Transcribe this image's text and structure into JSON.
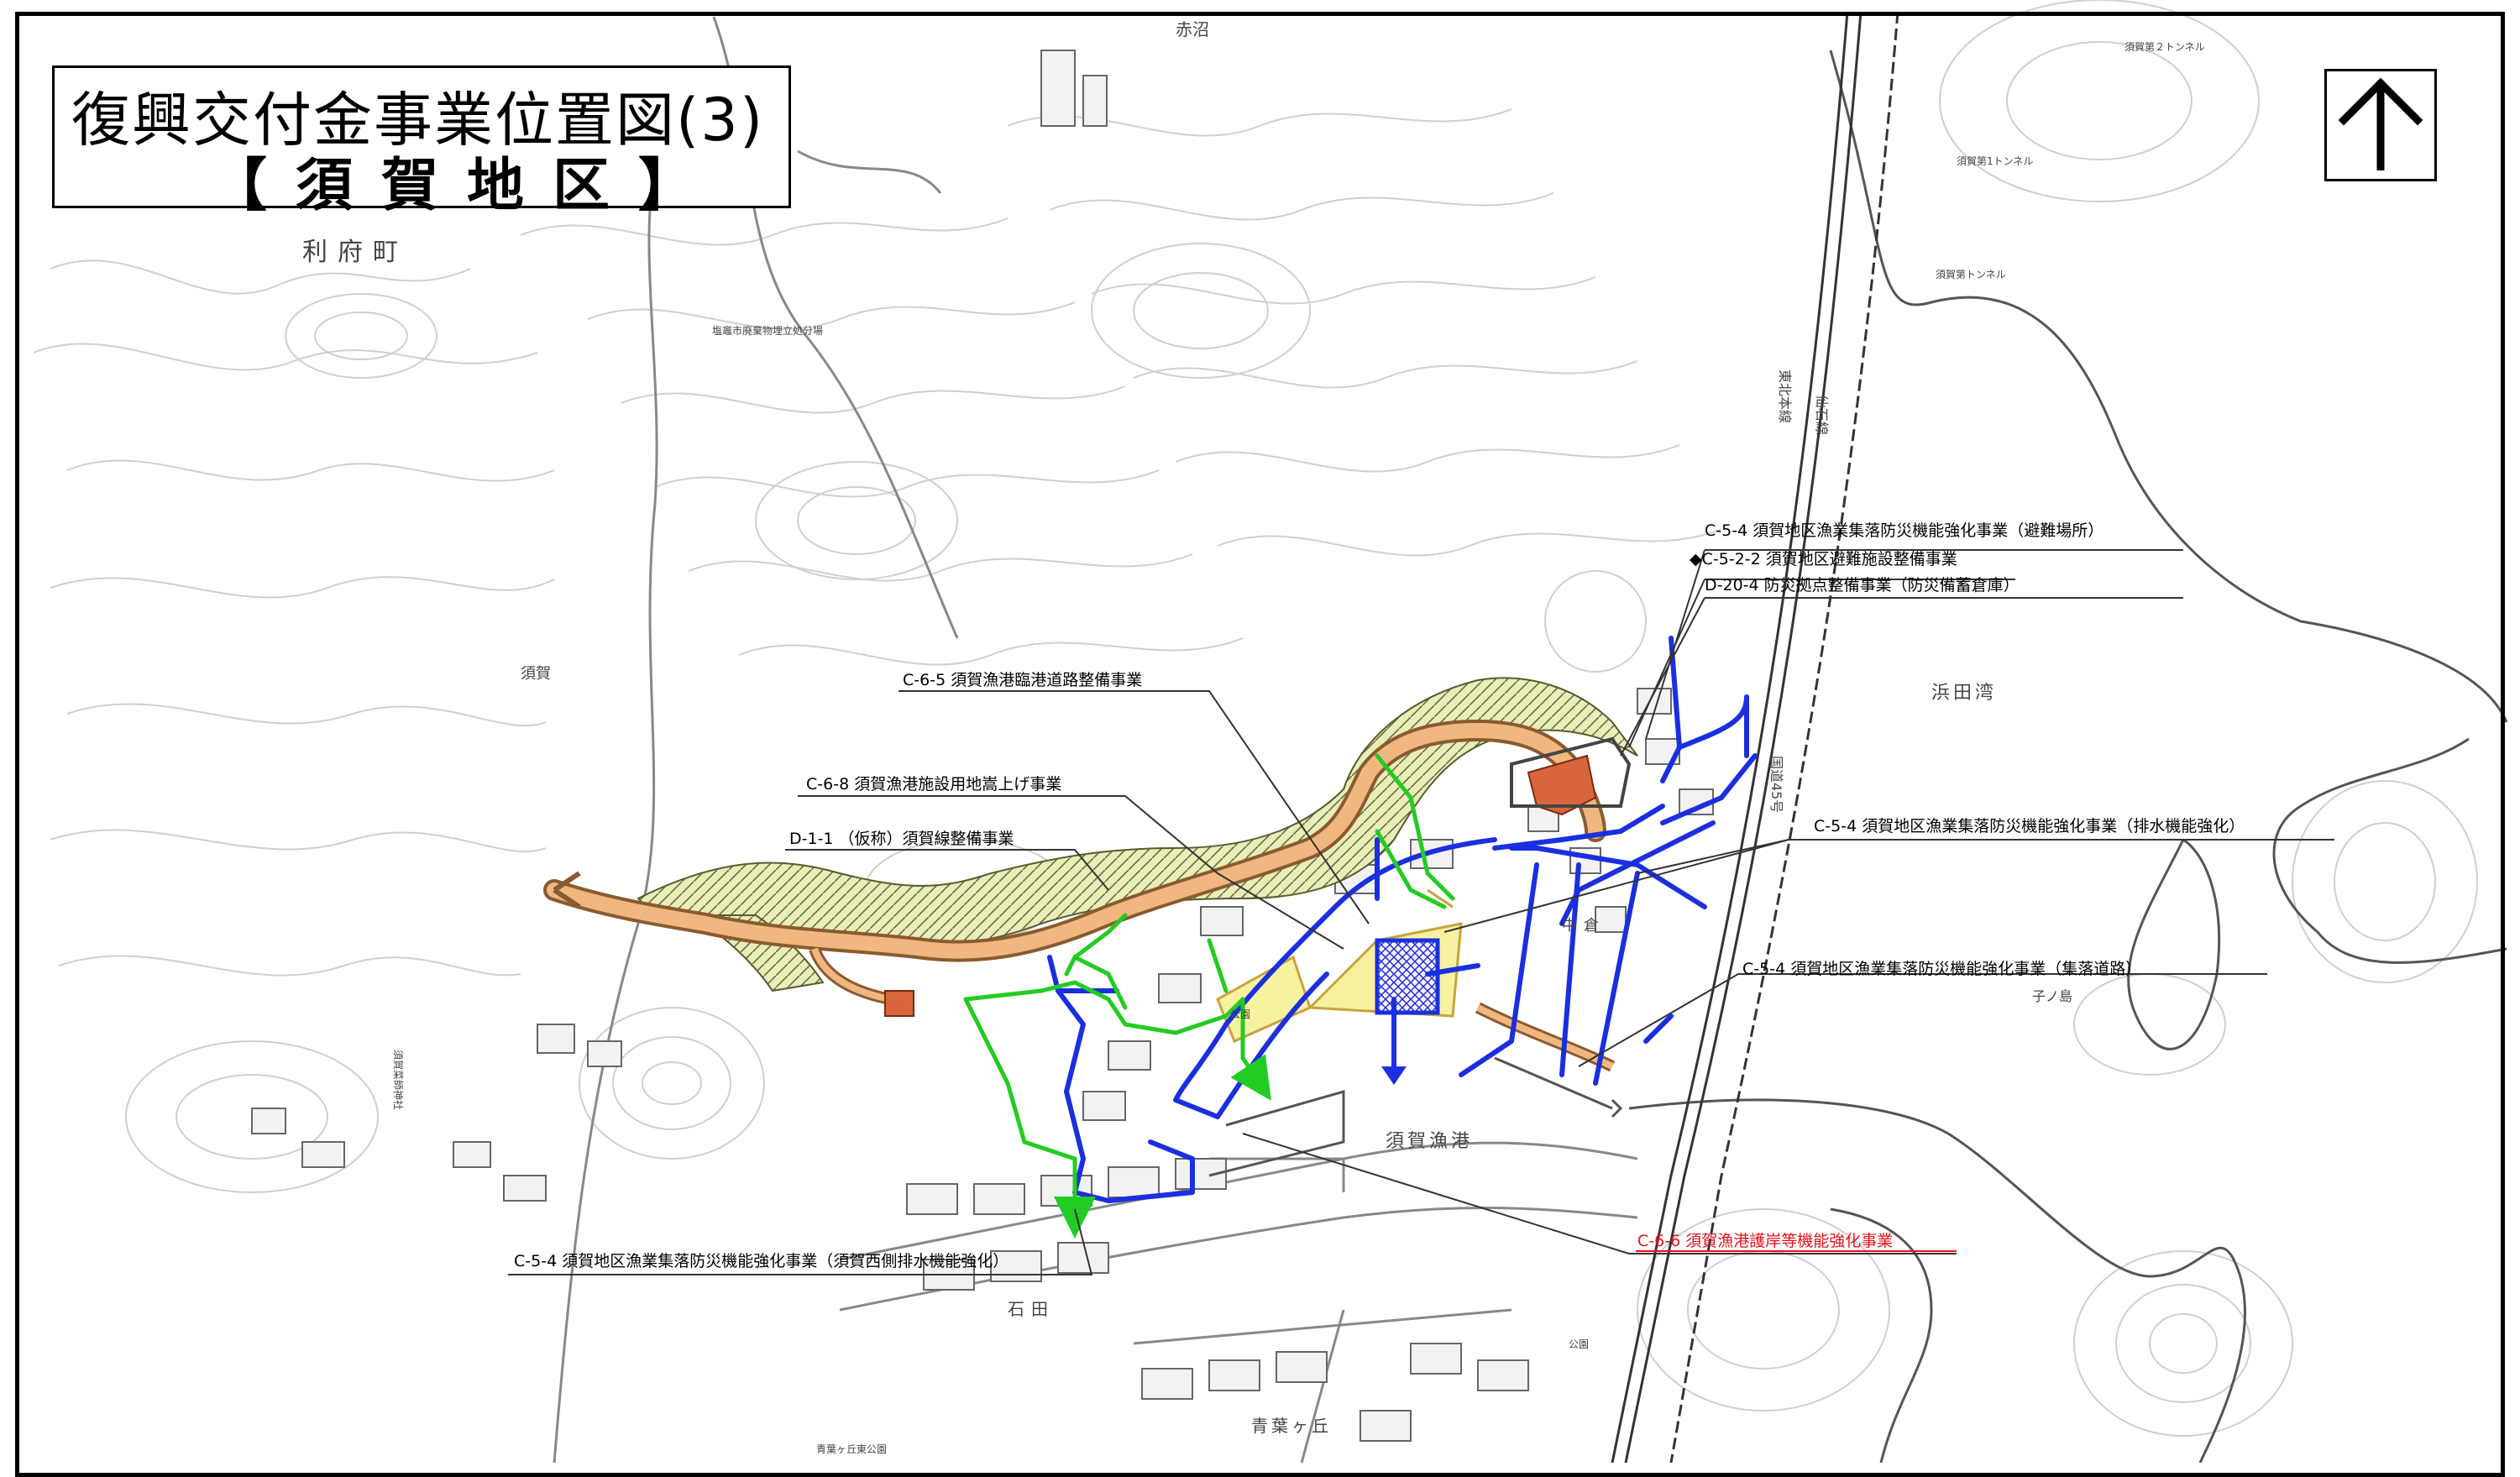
{
  "title": {
    "line1": "復興交付金事業位置図(3)",
    "line2": "【須賀地区】"
  },
  "north_arrow": {
    "icon": "north-arrow-icon"
  },
  "place_names": {
    "akanuma": "赤沼",
    "rifu": "利府町",
    "suga": "須賀",
    "hamadawan": "浜田湾",
    "nakakura": "中倉",
    "nenoshima": "子ノ島",
    "sugagyoko": "須賀漁港",
    "ishida": "石田",
    "aobagaoka": "青葉ヶ丘",
    "shrine": "須賀菜師神社",
    "waste_site": "塩竈市廃棄物埋立処分場",
    "tunnel2": "須賀第２トンネル",
    "tunnel1": "須賀第1トンネル",
    "tunnel": "須賀第トンネル",
    "rail_tohoku": "東北本線",
    "rail_senseki": "仙石線",
    "route45": "国道45号",
    "park": "公園",
    "park2": "公園",
    "aoba_park": "青葉ヶ丘東公園"
  },
  "projects": [
    {
      "id": "c54-evac",
      "text": "C-5-4 須賀地区漁業集落防災機能強化事業（避難場所）",
      "color": "#000000"
    },
    {
      "id": "c522",
      "text": "◆C-5-2-2 須賀地区避難施設整備事業",
      "color": "#000000"
    },
    {
      "id": "d204",
      "text": "D-20-4 防災拠点整備事業（防災備蓄倉庫）",
      "color": "#000000"
    },
    {
      "id": "c65",
      "text": "C-6-5 須賀漁港臨港道路整備事業",
      "color": "#000000"
    },
    {
      "id": "c68",
      "text": "C-6-8 須賀漁港施設用地嵩上げ事業",
      "color": "#000000"
    },
    {
      "id": "d11",
      "text": "D-1-1 （仮称）須賀線整備事業",
      "color": "#000000"
    },
    {
      "id": "c54-drain",
      "text": "C-5-4 須賀地区漁業集落防災機能強化事業（排水機能強化）",
      "color": "#000000"
    },
    {
      "id": "c54-road",
      "text": "C-5-4 須賀地区漁業集落防災機能強化事業（集落道路）",
      "color": "#000000"
    },
    {
      "id": "c66",
      "text": "C-6-6 須賀漁港護岸等機能強化事業",
      "color": "#e8101c"
    },
    {
      "id": "c54-west",
      "text": "C-5-4 須賀地区漁業集落防災機能強化事業（須賀西側排水機能強化）",
      "color": "#000000"
    }
  ],
  "colors": {
    "drainage": "#1a2fe0",
    "green_route": "#22cc22",
    "road_fill": "#e8a070",
    "slope": "#e6eab0",
    "fill_area": "#f7f2a0",
    "red_label": "#e8101c",
    "contour": "#cfcfcf"
  }
}
